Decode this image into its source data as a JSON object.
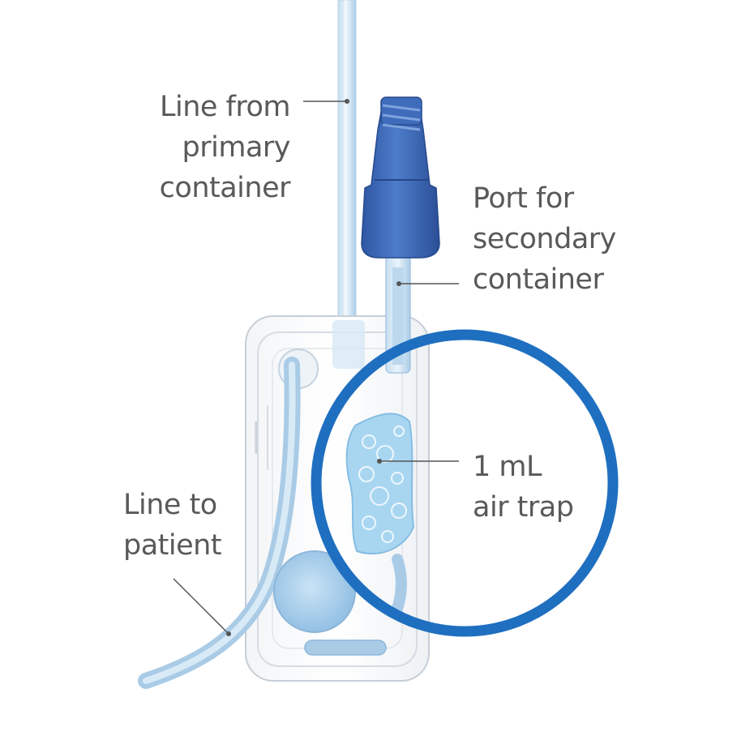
{
  "labels": {
    "primary_line": [
      "Line from",
      "primary",
      "container"
    ],
    "secondary_port": [
      "Port for",
      "secondary",
      "container"
    ],
    "air_trap": [
      "1 mL",
      "air trap"
    ],
    "patient_line": [
      "Line to",
      "patient"
    ]
  },
  "colors": {
    "highlight_ring": "#1f6fc0",
    "port_cap": "#3c67b3",
    "air_trap_fill": "#a9d6f0",
    "tubing": "#b9d7ee",
    "housing_outline": "#c9d3dc",
    "leader_line": "#555555"
  },
  "icons": {
    "highlight": "magnifier-ring-icon"
  }
}
